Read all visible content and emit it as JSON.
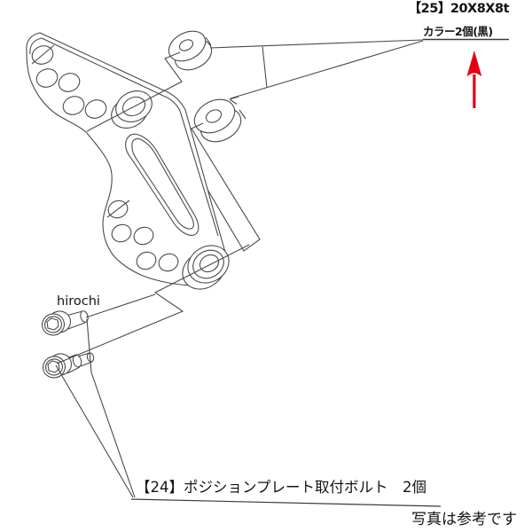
{
  "labels": {
    "part25_line1": "【25】20X8X8t",
    "part25_line2": "カラー2個(黒)",
    "part24": "【24】ポジションプレート取付ボルト　2個",
    "photo_note": "写真は参考です",
    "watermark": "hirochi"
  },
  "parts": {
    "plate": "position-plate",
    "collars": "collar-spacers-x2",
    "bolts": "mounting-bolts-x2"
  },
  "colors": {
    "line": "#4a4a4a",
    "text": "#141414",
    "arrow_red": "#e60012",
    "watermark_gray": "#959595",
    "background": "#ffffff"
  }
}
